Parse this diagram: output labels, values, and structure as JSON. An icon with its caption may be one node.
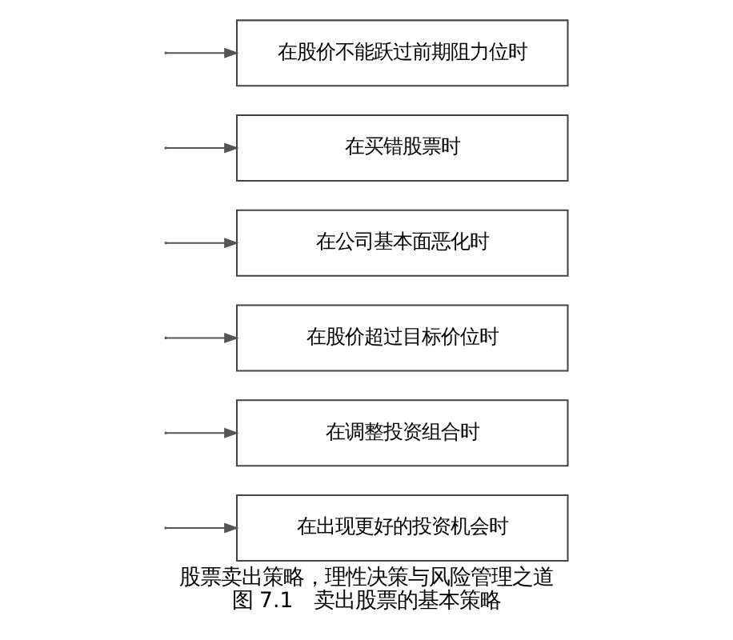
{
  "diagram": {
    "title": "股票卖出策略，理性决策与风险管理之道",
    "caption": "图 7.1　卖出股票的基本策略",
    "nodes": [
      {
        "text": [
          "在出现更好的投资机会时"
        ]
      },
      {
        "text": [
          "在调整投资组合时"
        ]
      },
      {
        "text": [
          "在股价超过目标价位时"
        ]
      },
      {
        "text": [
          "在公司基本面恶化时"
        ]
      },
      {
        "text": [
          "在买错股票时"
        ]
      },
      {
        "text": [
          "在股价不能跃过前期阻力位时"
        ]
      }
    ],
    "edges": [
      {
        "from": null,
        "to": 0,
        "arrow": "to"
      },
      {
        "from": null,
        "to": 1,
        "arrow": "to"
      },
      {
        "from": null,
        "to": 2,
        "arrow": "to"
      },
      {
        "from": null,
        "to": 3,
        "arrow": "to"
      },
      {
        "from": null,
        "to": 4,
        "arrow": "to"
      },
      {
        "from": null,
        "to": 5,
        "arrow": "to"
      }
    ]
  }
}
